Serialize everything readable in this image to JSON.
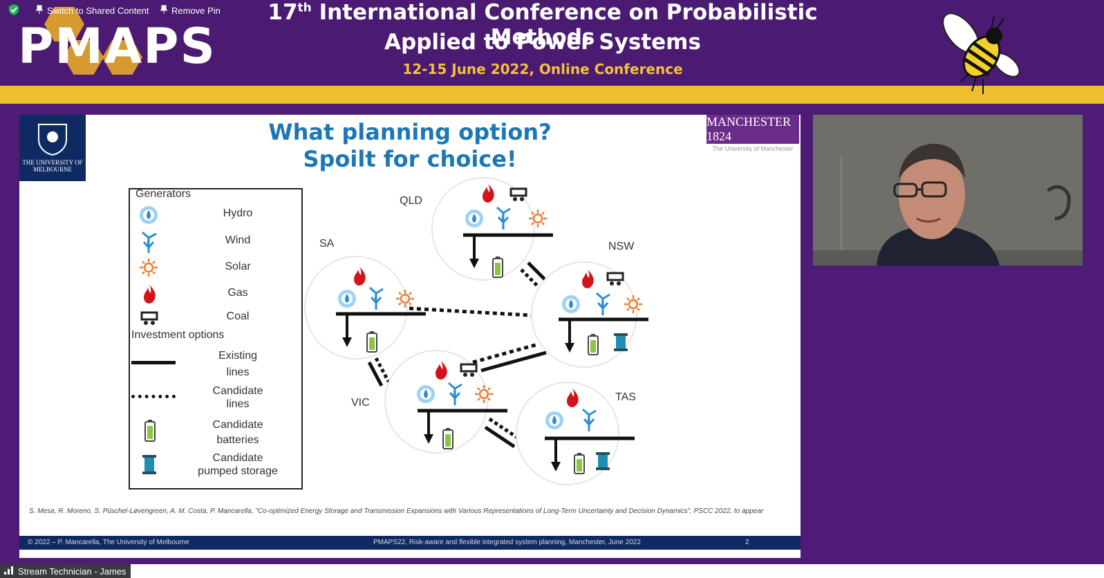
{
  "toolbar": {
    "switch_label": "Switch to Shared Content",
    "remove_pin_label": "Remove Pin"
  },
  "banner": {
    "logo": "PMAPS",
    "title_line1_prefix": "17",
    "title_line1_sup": "th",
    "title_line1_rest": " International Conference on Probabilistic Methods",
    "title_line2": "Applied to Power Systems",
    "date_line": "12-15 June 2022, Online Conference"
  },
  "slide": {
    "title_line1": "What planning option?",
    "title_line2": "Spoilt for choice!",
    "unimelb_text": "THE UNIVERSITY OF MELBOURNE",
    "manchester_text": "MANCHESTER 1824",
    "manchester_sub": "The University of Manchester",
    "legend": {
      "generators_heading": "Generators",
      "hydro": "Hydro",
      "wind": "Wind",
      "solar": "Solar",
      "gas": "Gas",
      "coal": "Coal",
      "investment_heading": "Investment options",
      "existing_l1": "Existing",
      "existing_l2": "lines",
      "candidate_lines_l1": "Candidate",
      "candidate_lines_l2": "lines",
      "candidate_batteries_l1": "Candidate",
      "candidate_batteries_l2": "batteries",
      "candidate_pumped_l1": "Candidate",
      "candidate_pumped_l2": "pumped storage"
    },
    "regions": {
      "qld": "QLD",
      "nsw": "NSW",
      "sa": "SA",
      "vic": "VIC",
      "tas": "TAS"
    },
    "citation": "S. Mesa, R. Moreno, S. Püschel-Løvengreen, A. M. Costa, P. Mancarella, \"Co-optimized Energy Storage and Transmission Expansions with Various Representations of Long-Term Uncertainty and Decision Dynamics\", PSCC 2022, to appear",
    "footer_left": "© 2022 – P. Mancarella, The University of Melbourne",
    "footer_right": "PMAPS22, Risk-aware and flexible integrated system planning, Manchester, June 2022",
    "page_number": "2"
  },
  "stream": {
    "label": "Stream Technician - James"
  },
  "colors": {
    "banner_purple": "#4b1a72",
    "gold": "#f0bf2e",
    "title_blue": "#1b77b6",
    "hydro_blue": "#2e8fd0",
    "solar_orange": "#f07a2a",
    "gas_red": "#d4121a",
    "battery_green": "#8cc63f"
  }
}
